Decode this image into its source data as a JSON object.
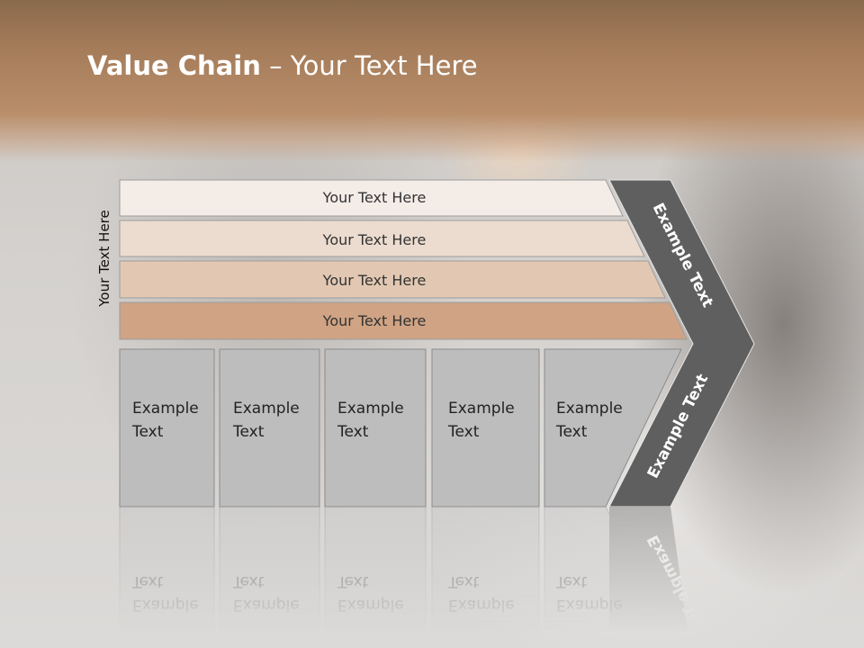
{
  "slide": {
    "title_bold": "Value Chain",
    "title_rest": " – Your Text Here",
    "vertical_label": "Your Text Here"
  },
  "bars": [
    {
      "label": "Your Text Here",
      "color": "#f4ece7"
    },
    {
      "label": "Your Text Here",
      "color": "#ecdccf"
    },
    {
      "label": "Your Text Here",
      "color": "#e2c8b2"
    },
    {
      "label": "Your Text Here",
      "color": "#cfa384"
    }
  ],
  "boxes": [
    {
      "line1": "Example",
      "line2": "Text"
    },
    {
      "line1": "Example",
      "line2": "Text"
    },
    {
      "line1": "Example",
      "line2": "Text"
    },
    {
      "line1": "Example",
      "line2": "Text"
    },
    {
      "line1": "Example",
      "line2": "Text"
    }
  ],
  "chevron": {
    "upper_label": "Example Text",
    "lower_label": "Example Text",
    "color": "#5f5f5f"
  },
  "colors": {
    "header": "#a57c5a",
    "box_fill": "#bdbdbd"
  }
}
